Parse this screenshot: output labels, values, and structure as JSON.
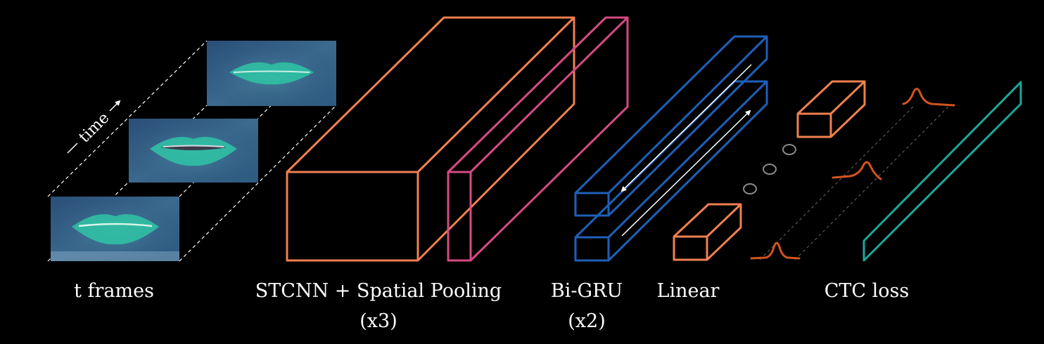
{
  "labels": {
    "frames": "t frames",
    "stcnn_line1": "STCNN + Spatial Pooling",
    "stcnn_line2": "(x3)",
    "bigru_line1": "Bi-GRU",
    "bigru_line2": "(x2)",
    "linear": "Linear",
    "ctc": "CTC loss",
    "time": "time"
  },
  "colors": {
    "background": "#000000",
    "stcnn": "#f08050",
    "pooling": "#d64a84",
    "bigru": "#1f5fb8",
    "linear": "#f08050",
    "ctc": "#1aa89a",
    "distribution": "#d3541f",
    "dashed": "#ffffff"
  }
}
